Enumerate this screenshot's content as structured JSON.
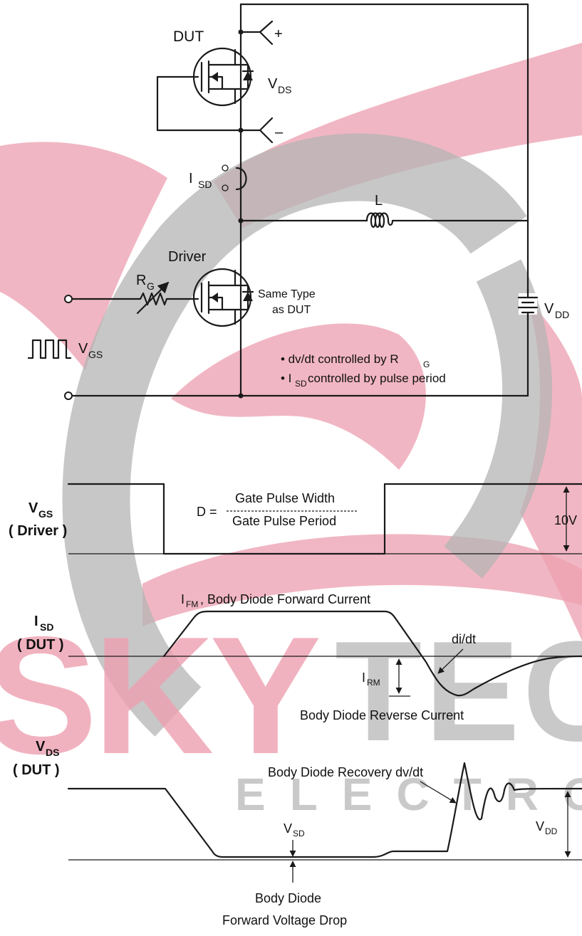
{
  "watermark": {
    "primary_color": "#e9a0ae",
    "secondary_color": "#b5b5b5",
    "word_1": "SKY",
    "word_2": "TEC",
    "word_3": "ELECTRON"
  },
  "circuit": {
    "dut_label": "DUT",
    "vds_main": "V",
    "vds_sub": "DS",
    "plus": "+",
    "minus": "–",
    "isd_main": "I",
    "isd_sub": "SD",
    "inductor_label": "L",
    "driver_label": "Driver",
    "rg_main": "R",
    "rg_sub": "G",
    "same_type_line1": "Same Type",
    "same_type_line2": "as DUT",
    "vdd_main": "V",
    "vdd_sub": "DD",
    "vgs_main": "V",
    "vgs_sub": "GS",
    "note1_prefix": "• dv/dt controlled by  R",
    "note1_sub": "G",
    "note2_prefix": "• I",
    "note2_sub": "SD",
    "note2_suffix": " controlled by pulse period"
  },
  "waveforms": {
    "vgs_label_main": "V",
    "vgs_label_sub": "GS",
    "vgs_label_line2": "( Driver )",
    "duty_prefix": "D =",
    "duty_numerator": "Gate Pulse Width",
    "duty_denominator": "Gate Pulse Period",
    "amplitude": "10V",
    "isd_label_main": "I",
    "isd_label_sub": "SD",
    "isd_label_line2": "( DUT )",
    "ifm_main": "I",
    "ifm_sub": "FM",
    "ifm_text": ", Body Diode Forward Current",
    "didt": "di/dt",
    "irm_main": "I",
    "irm_sub": "RM",
    "reverse_current": "Body Diode Reverse Current",
    "vds_label_main": "V",
    "vds_label_sub": "DS",
    "vds_label_line2": "( DUT )",
    "recovery": "Body Diode Recovery dv/dt",
    "vsd_main": "V",
    "vsd_sub": "SD",
    "vdd_main": "V",
    "vdd_sub": "DD",
    "forward_drop_line1": "Body Diode",
    "forward_drop_line2": "Forward Voltage Drop"
  }
}
